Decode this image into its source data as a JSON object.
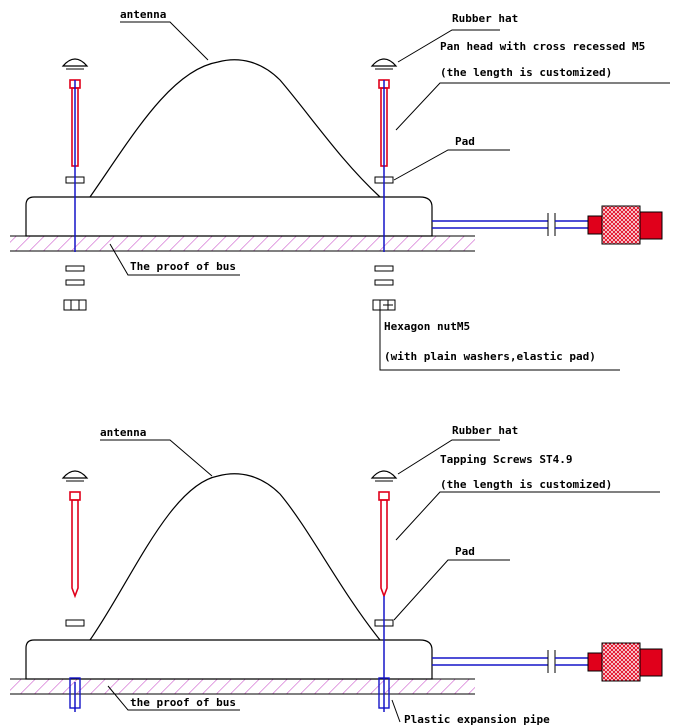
{
  "top_diagram": {
    "antenna_label": "antenna",
    "rubber_hat_label": "Rubber hat",
    "screw_label_line1": "Pan head with cross recessed M5",
    "screw_label_line2": "(the length is customized)",
    "pad_label": "Pad",
    "roof_label": "The proof of bus",
    "nut_label_line1": "Hexagon nutM5",
    "nut_label_line2": "(with plain washers,elastic pad)"
  },
  "bottom_diagram": {
    "antenna_label": "antenna",
    "rubber_hat_label": "Rubber hat",
    "screw_label_line1": "Tapping Screws ST4.9",
    "screw_label_line2": "(the length is customized)",
    "pad_label": "Pad",
    "roof_label": "the proof of bus",
    "pipe_label": "Plastic expansion pipe"
  },
  "colors": {
    "bolt": "#e0001b",
    "cable": "#1515c8",
    "hatch": "#c43fc4",
    "connector": "#e0001b"
  }
}
